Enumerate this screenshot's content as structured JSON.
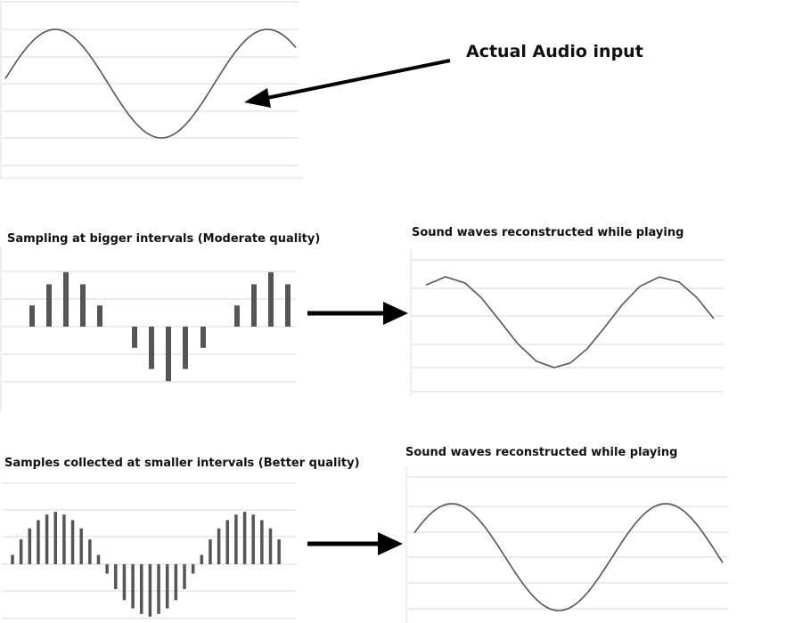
{
  "labels": {
    "actual_input": "Actual Audio input",
    "moderate_sampling": "Sampling at bigger intervals (Moderate quality)",
    "reconstructed_top": "Sound waves reconstructed while playing",
    "better_sampling": "Samples collected at smaller intervals (Better quality)",
    "reconstructed_bottom": "Sound waves reconstructed while playing"
  },
  "colors": {
    "wave": "#555555",
    "bar": "#555555",
    "grid": "#d9d9d9",
    "arrow": "#000000",
    "frame": "#e2e2e2"
  },
  "moderate_samples": [
    0.35,
    0.7,
    0.9,
    0.7,
    0.35,
    -0.35,
    -0.7,
    -0.9,
    -0.7,
    -0.35,
    0.35,
    0.7,
    0.9,
    0.7
  ],
  "better_samples": [
    0.17,
    0.45,
    0.65,
    0.8,
    0.9,
    0.95,
    0.9,
    0.8,
    0.65,
    0.45,
    0.17,
    -0.17,
    -0.45,
    -0.65,
    -0.8,
    -0.9,
    -0.95,
    -0.9,
    -0.8,
    -0.65,
    -0.45,
    -0.17,
    0.17,
    0.45,
    0.65,
    0.8,
    0.9,
    0.95,
    0.9,
    0.8,
    0.65,
    0.45
  ]
}
